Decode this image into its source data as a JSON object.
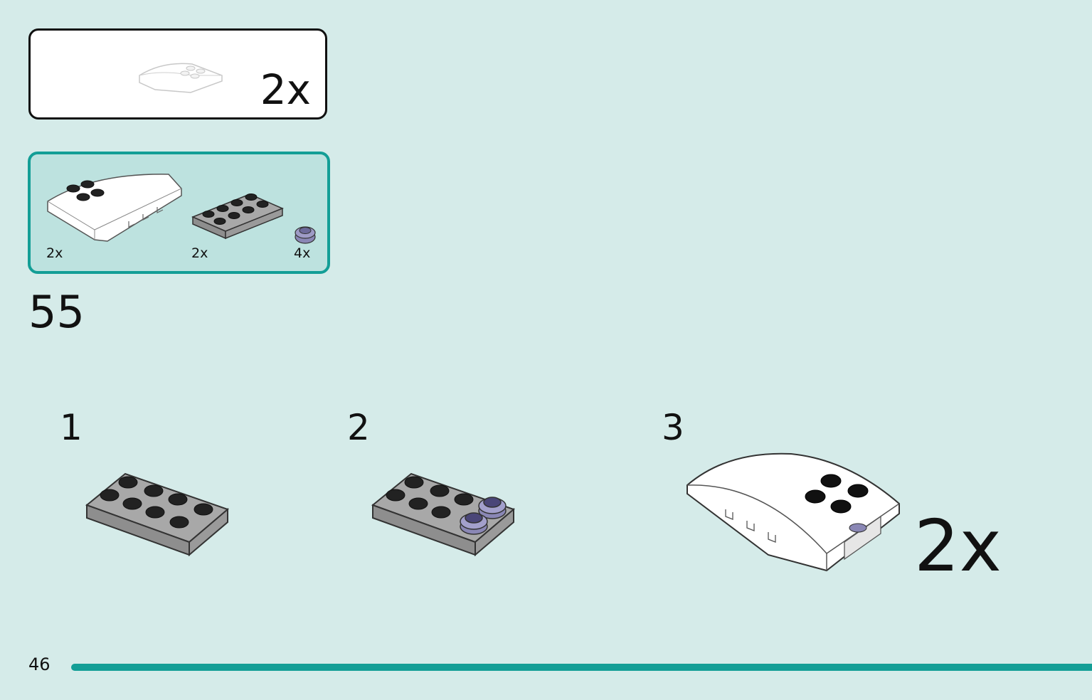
{
  "submodel": {
    "count": "2x"
  },
  "parts_list": [
    {
      "name": "white-curved-slope",
      "qty": "2x"
    },
    {
      "name": "dark-gray-plate",
      "qty": "2x"
    },
    {
      "name": "round-plate",
      "qty": "4x"
    }
  ],
  "step": {
    "number": "55"
  },
  "substeps": [
    {
      "number": "1"
    },
    {
      "number": "2"
    },
    {
      "number": "3",
      "multiplier": "2x"
    }
  ],
  "page": {
    "number": "46"
  },
  "colors": {
    "background": "#d5ebe9",
    "accent": "#139e96",
    "parts_panel": "#bde2df",
    "plate_gray": "#a8a8a8",
    "stud_dark": "#222222",
    "round_plate": "#6d6a9a",
    "slope_white": "#ffffff"
  }
}
